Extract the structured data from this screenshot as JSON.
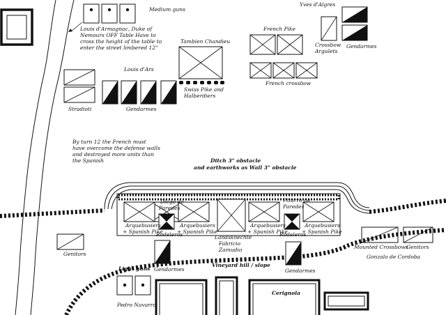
{
  "labels": {
    "medium_guns": "Medium guns",
    "louis_armagnac_1": "Louis d'Armagnac, Duke of",
    "louis_armagnac_2": "Nemours OFF Table Have to",
    "louis_armagnac_3": "cross the height of the table to",
    "louis_armagnac_4": "enter the street limbered 12\"",
    "yves_dalgres": "Yves d'Algres",
    "french_pike": "French Pike",
    "tambien_chandieu": "Tambien Chandieu",
    "crossbow_1": "Crossbow",
    "crossbow_2": "Argulets",
    "gendarmes_top": "Gendarmes",
    "french_crossbow": "French crossbow",
    "louis_dars": "Louis d'Ars",
    "stradioti": "Stradioti",
    "gendarmes_left": "Gendarmes",
    "swiss_1": "Swiss Pike and",
    "swiss_2": "Halberdiers",
    "turn12_1": "By turn 12 the French must",
    "turn12_2": "have overcome the defense walls",
    "turn12_3": "and destroyed more units than",
    "turn12_4": "the Spanish",
    "ditch_1": "Ditch 3\" obstacle",
    "ditch_2": "and earthworks as Wall 3\" obstacle",
    "diego_1": "Diego de",
    "diego_2": "Paredes",
    "pizarro_1": "Pizarro de",
    "pizarro_2": "Paredes",
    "arq_1a": "Arquebusiers",
    "arq_1b": "+ Spanish Pike",
    "arq_2a": "Arquebusiers",
    "arq_2b": "+ Spanish Pike",
    "arq_3a": "Arquebusiers",
    "arq_3b": "+ Spanish Pike",
    "arq_4a": "Arquebusiers",
    "arq_4b": "+ Spanish Pike",
    "rodeleros_1": "Rodeleros",
    "rodeleros_2": "Rodeleros",
    "landsknechte_1": "Landsknechte",
    "landsknechte_2": "Fabricio",
    "landsknechte_3": "Zamudio",
    "genitors_left": "Genitors",
    "mounted_crossbows": "Mounted Crossbows",
    "genitors_right": "Genitors",
    "gonzalo": "Gonzalo de Cordoba",
    "light_guns": "Light guns",
    "gendarmes_b1": "Gendarmes",
    "vineyard": "Vineyard hill / slope",
    "gendarmes_b2": "Gendarmes",
    "pedro_navarro": "Pedro Navarro",
    "cerignola": "Cerignola"
  }
}
